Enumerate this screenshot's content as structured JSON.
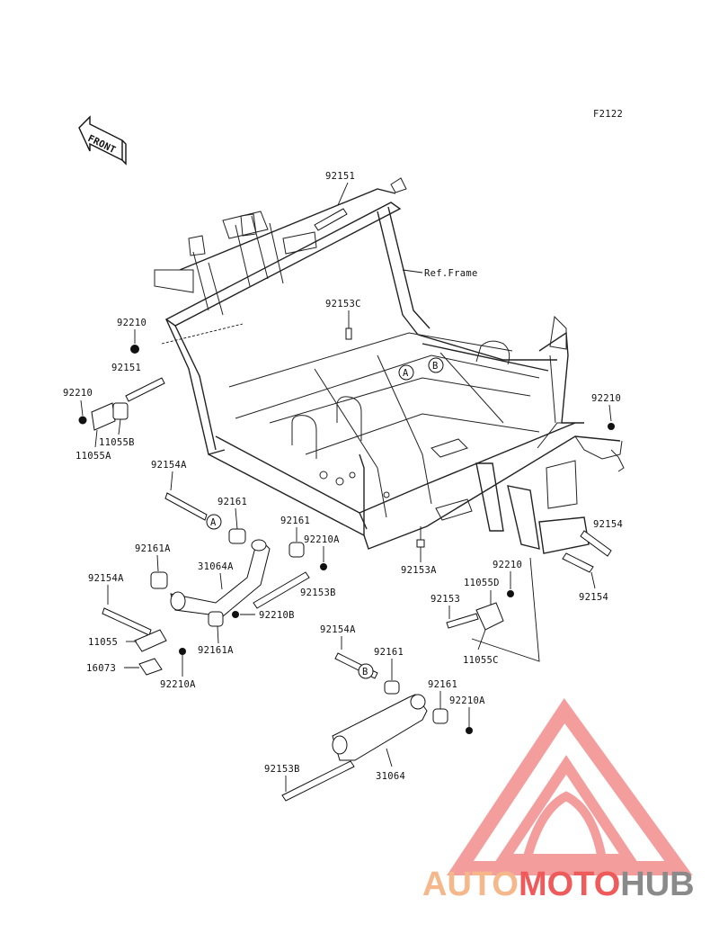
{
  "figure_code": "F2122",
  "front_arrow_text": "FRONT",
  "labels": {
    "l92151_top": "92151",
    "ref_frame": "Ref.Frame",
    "l92153C": "92153C",
    "l92210_a": "92210",
    "l92151_left": "92151",
    "l92210_b": "92210",
    "l11055B": "11055B",
    "l11055A": "11055A",
    "l92210_right": "92210",
    "l92154A_a": "92154A",
    "l92161_a": "92161",
    "l92161_b": "92161",
    "l92210A_a": "92210A",
    "l92161A_a": "92161A",
    "l31064A": "31064A",
    "l92153B_a": "92153B",
    "l92154A_b": "92154A",
    "l92210B": "92210B",
    "l11055": "11055",
    "l92161A_b": "92161A",
    "l16073": "16073",
    "l92210A_b": "92210A",
    "l92153A": "92153A",
    "l92154_a": "92154",
    "l92154_b": "92154",
    "l92210_c": "92210",
    "l11055D": "11055D",
    "l92153": "92153",
    "l11055C": "11055C",
    "l92154A_c": "92154A",
    "l92161_c": "92161",
    "l92161_d": "92161",
    "l92210A_c": "92210A",
    "l92153B_b": "92153B",
    "l31064": "31064"
  },
  "callouts": {
    "a1": "A",
    "b1": "B",
    "a2": "A",
    "b2": "B"
  },
  "watermark": {
    "part1": "AUTO",
    "part2": "MOTO",
    "part3": "HUB"
  },
  "colors": {
    "logo_light": "#f6b78a",
    "logo_red": "#ef5a5a",
    "logo_gray": "#8a8a8a",
    "logo_mark": "#f28c8c"
  }
}
